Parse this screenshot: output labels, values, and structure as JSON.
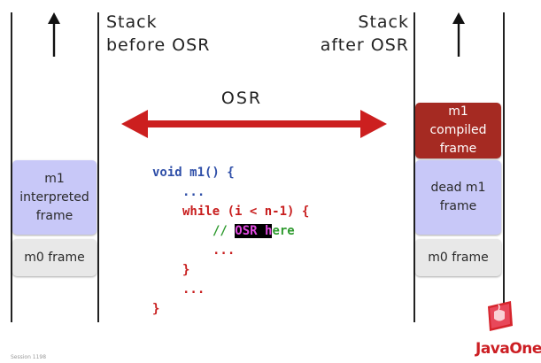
{
  "left_stack": {
    "title": "Stack\nbefore OSR",
    "frames": [
      {
        "label": "m1\ninterpreted\nframe",
        "color": "#c8c8f8"
      },
      {
        "label": "m0 frame",
        "color": "#e8e8e8"
      }
    ]
  },
  "right_stack": {
    "title": "Stack\nafter OSR",
    "frames": [
      {
        "label": "m1\ncompiled\nframe",
        "color": "#a52a22"
      },
      {
        "label": "dead m1\nframe",
        "color": "#c8c8f8"
      },
      {
        "label": "m0 frame",
        "color": "#e8e8e8"
      }
    ]
  },
  "transition": {
    "label": "OSR",
    "arrow_color": "#cc1f1f"
  },
  "code": {
    "line1": "void m1() {",
    "line2": "...",
    "line3": "while (i < n-1) {",
    "line4_comment": "// ",
    "line4_highlight": "OSR h",
    "line4_rest": "ere",
    "line5": "...",
    "line6": "}",
    "line7": "...",
    "line8": "}"
  },
  "footer": {
    "session": "Session 1198",
    "logo_text": "JavaOne"
  }
}
